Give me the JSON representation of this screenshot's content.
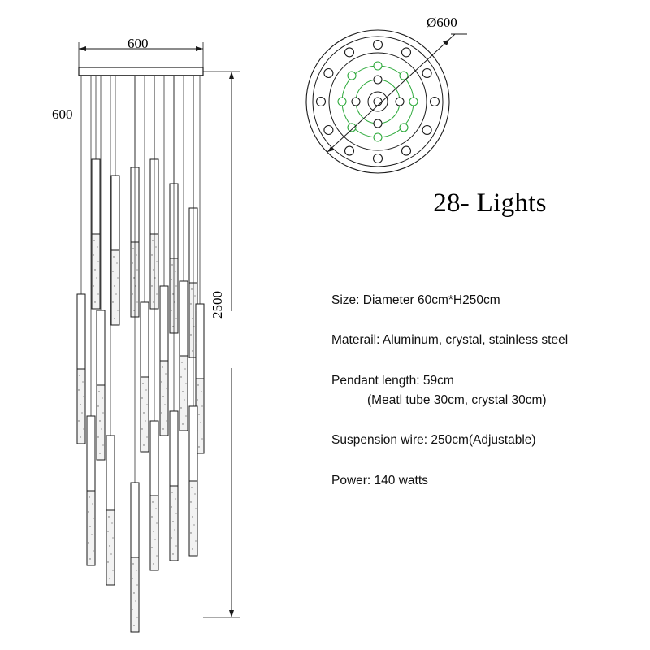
{
  "drawing": {
    "dimensions": {
      "top_width": "600",
      "left_depth": "600",
      "height": "2500",
      "diameter": "Ø600"
    }
  },
  "title": "28- Lights",
  "specs": {
    "size": "Size: Diameter 60cm*H250cm",
    "material": "Materail: Aluminum, crystal, stainless steel",
    "pendant_length": "Pendant length: 59cm",
    "pendant_detail": "(Meatl tube 30cm, crystal 30cm)",
    "suspension_wire": "Suspension wire: 250cm(Adjustable)",
    "power": "Power: 140 watts"
  },
  "colors": {
    "line": "#1a1a1a",
    "crystal_fill": "#f2f2f2",
    "accent_green": "#2eaa3c",
    "text": "#111111"
  }
}
